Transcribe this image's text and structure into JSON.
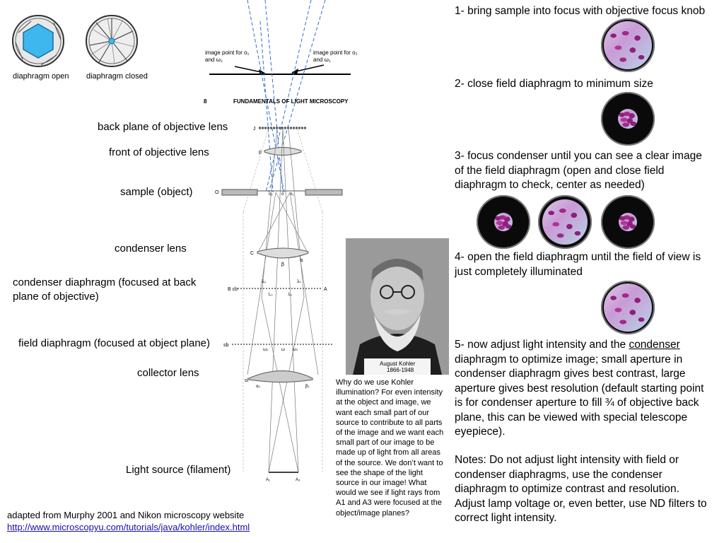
{
  "diaphragm_icons": {
    "open_label": "diaphragm open",
    "closed_label": "diaphragm closed",
    "open_fill_color": "#3db7ee"
  },
  "ray_diagram": {
    "image_point_o1": "image point for o₁ and ω₂",
    "image_point_o2": "image point for o₂ and ω₁",
    "book_header_number": "8",
    "book_header_title": "FUNDAMENTALS OF LIGHT MICROSCOPY",
    "letters": {
      "J": "J",
      "p": "p",
      "O": "O",
      "o2": "o₂",
      "o": "o",
      "o1": "o₁",
      "C": "C",
      "beta": "β",
      "alpha": "α",
      "lambda2": "λ₂",
      "lambda1": "λ₁",
      "Bcb": "B cb",
      "A": "A",
      "L2": "L₂",
      "L1": "L₁",
      "sb": "sb",
      "omega2": "ω₂",
      "omega": "ω",
      "omega1": "ω₁",
      "sl": "sl",
      "alpha1": "α₁",
      "beta1": "β₁",
      "A1": "A₁",
      "A3": "A₃"
    }
  },
  "part_labels": {
    "back_plane": "back plane of objective lens",
    "front_lens": "front of objective lens",
    "sample": "sample (object)",
    "condenser_lens": "condenser lens",
    "condenser_diaphragm_line1": "condenser diaphragm (focused at back",
    "condenser_diaphragm_line2": "plane of objective)",
    "field_diaphragm": "field diaphragm (focused at object plane)",
    "collector_lens": "collector lens",
    "light_source": "Light source (filament)"
  },
  "portrait": {
    "caption_name": "August Kohler",
    "caption_years": "1866-1948"
  },
  "question_text": "Why do we use Kohler illumination?  For  even intensity at the object and image, we want  each small part of our source to contribute to all parts of the image and we want each small part of our image to be made up of light from all areas of the source.  We don’t want to see the shape of the light source in our image!   What would we see if  light rays from A1 and A3  were focused at the object/image planes?",
  "steps": {
    "step1": "1- bring sample into focus with objective focus knob",
    "step2": "2- close field diaphragm to minimum size",
    "step3": "3- focus condenser until you can see a clear image of the field diaphragm (open and close field diaphragm to check, center as needed)",
    "step4": "4- open the field diaphragm until the field of view is just completely illuminated",
    "step5_prefix": "5- now adjust light intensity and the ",
    "step5_underlined": "condenser",
    "step5_rest": " diaphragm to optimize image; small aperture in condenser diaphragm gives best contrast, large aperture gives best resolution (default starting point is for condenser aperture to fill ¾ of objective back plane, this can be viewed with special telescope eyepiece).",
    "notes": "Notes: Do not adjust light intensity with field or condenser diaphragms, use the condenser diaphragm to optimize contrast and resolution. Adjust lamp voltage or, even better, use ND filters to correct light intensity."
  },
  "footer": {
    "credit": "adapted from Murphy 2001 and Nikon microscopy website",
    "url": "http://www.microscopyu.com/tutorials/java/kohler/index.html"
  },
  "colors": {
    "accent_blue": "#3db7ee",
    "stain_magenta": "#a02a8a",
    "dashed_ray_blue": "#2f6fd6"
  }
}
